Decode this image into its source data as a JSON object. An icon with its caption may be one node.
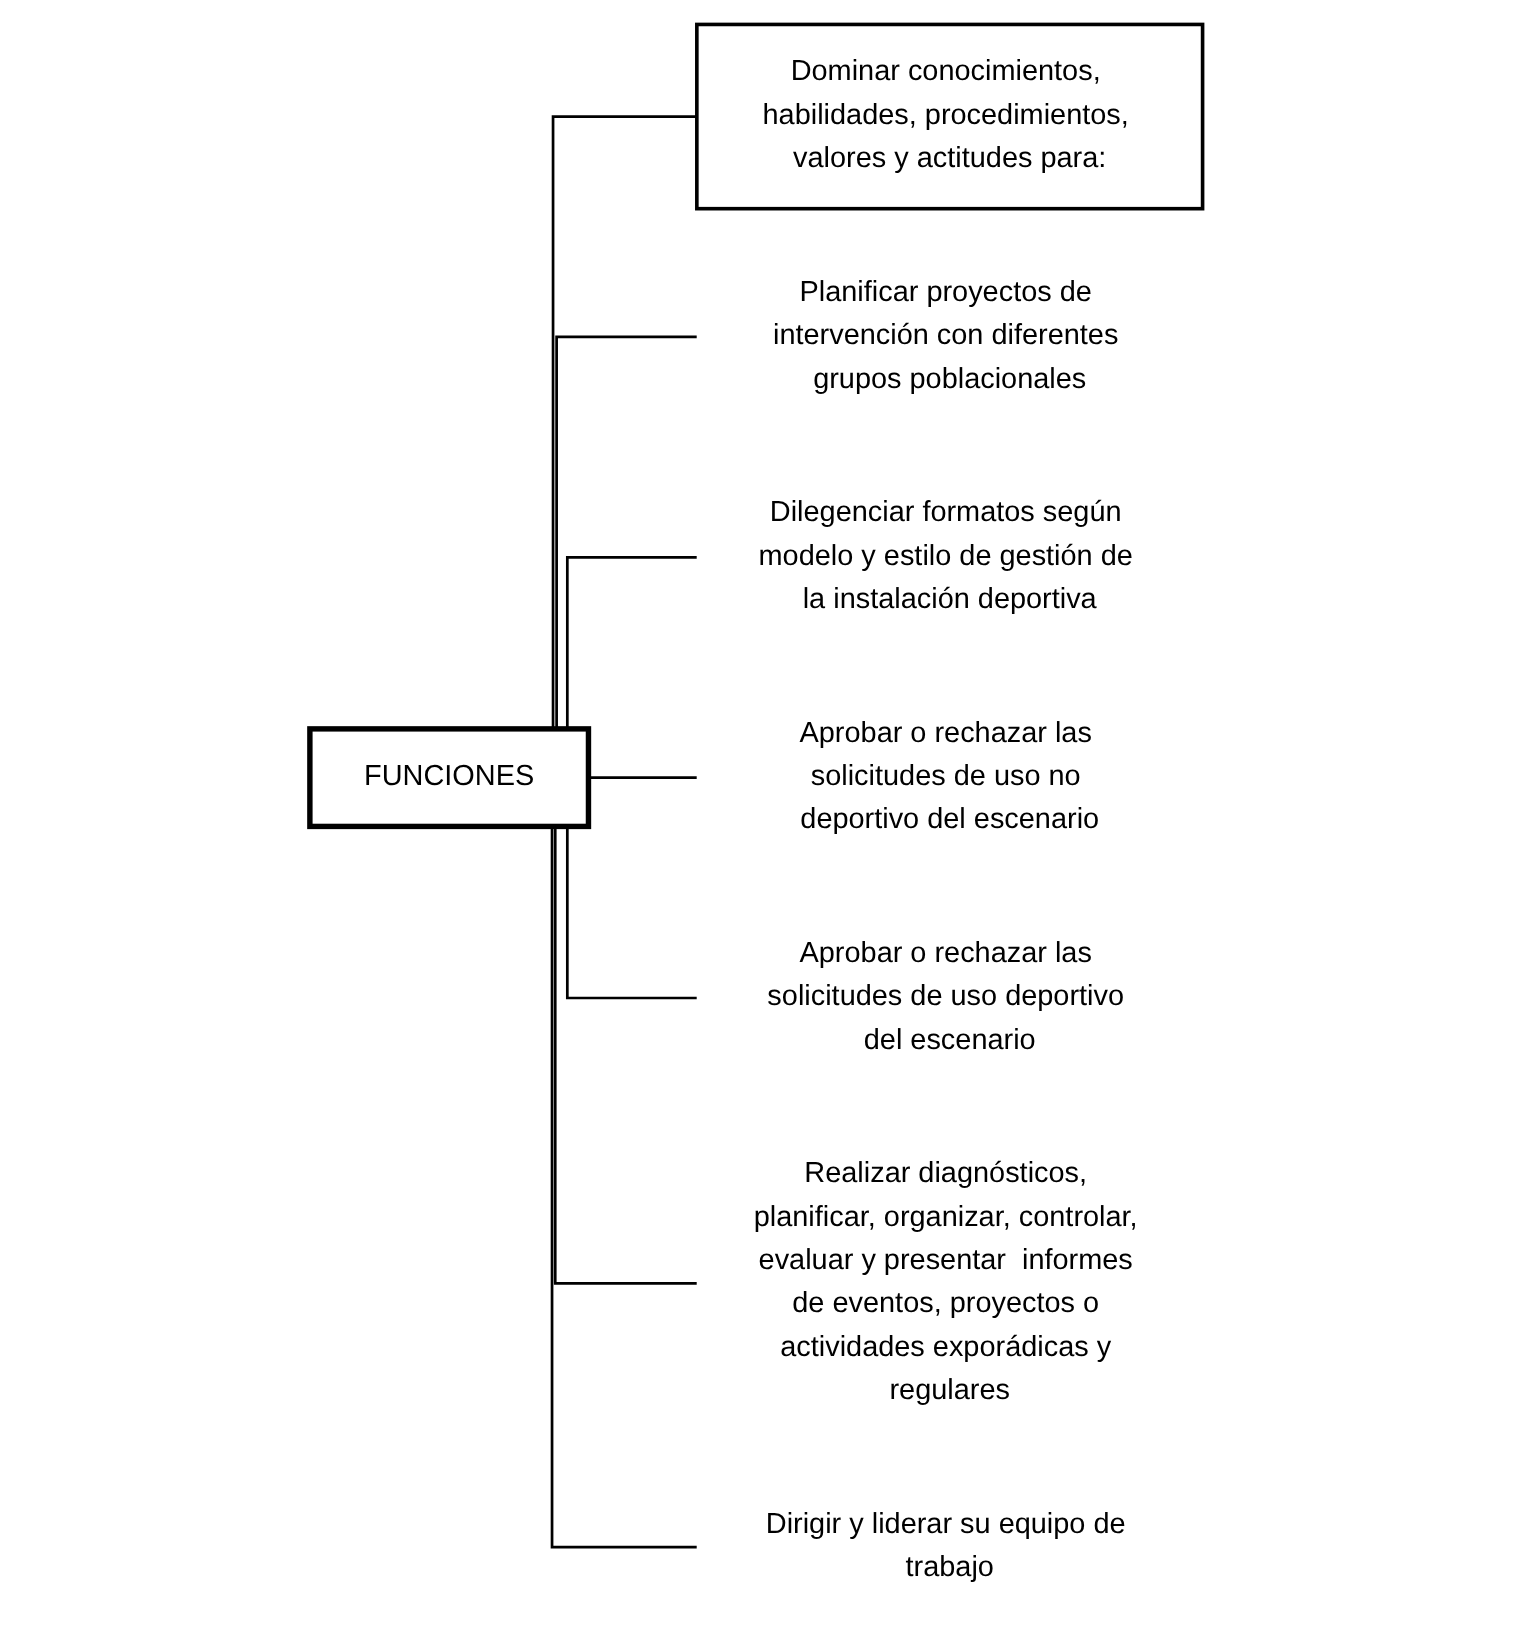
{
  "diagram": {
    "nodes": [
      {
        "text": [
          "FUNCIONES"
        ]
      },
      {
        "text": [
          "Dominar conocimientos, habilidades, procedimientos, valores y actitudes para:"
        ]
      },
      {
        "text": [
          "Planificar proyectos de intervención con diferentes grupos poblacionales"
        ]
      },
      {
        "text": [
          "Dilegenciar formatos según modelo y estilo de gestión de la instalación deportiva"
        ]
      },
      {
        "text": [
          "Aprobar o rechazar las solicitudes de uso no deportivo del escenario"
        ]
      },
      {
        "text": [
          "Aprobar o rechazar las solicitudes de uso deportivo del escenario"
        ]
      },
      {
        "text": [
          "Realizar diagnósticos, planificar, organizar, controlar, evaluar y presentar  informes de eventos, proyectos o actividades exporádicas y regulares"
        ]
      },
      {
        "text": [
          "Dirigir y liderar su equipo de trabajo"
        ]
      }
    ],
    "edges": [
      {
        "from": 0,
        "to": 1,
        "arrow": "none"
      },
      {
        "from": 0,
        "to": 2,
        "arrow": "none"
      },
      {
        "from": 0,
        "to": 3,
        "arrow": "none"
      },
      {
        "from": 0,
        "to": 4,
        "arrow": "none"
      },
      {
        "from": 0,
        "to": 5,
        "arrow": "none"
      },
      {
        "from": 0,
        "to": 6,
        "arrow": "none"
      },
      {
        "from": 0,
        "to": 7,
        "arrow": "none"
      }
    ]
  }
}
